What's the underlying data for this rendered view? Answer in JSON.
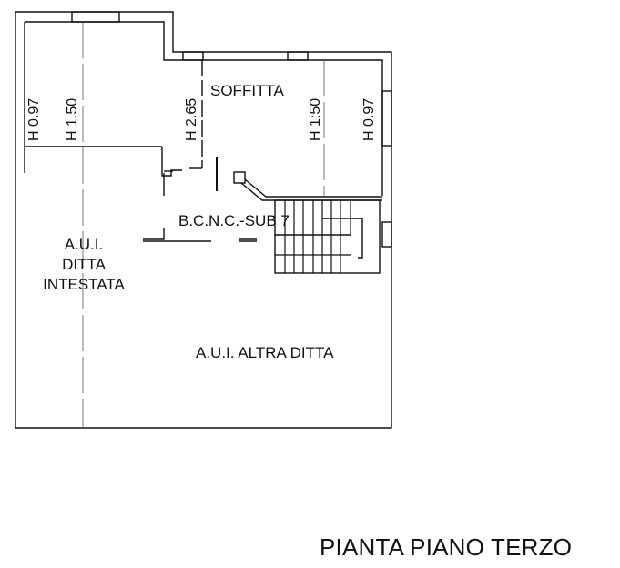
{
  "plan": {
    "title": "PIANTA PIANO TERZO",
    "rooms": [
      {
        "id": "soffitta",
        "label": "SOFFITTA"
      },
      {
        "id": "bcnc",
        "label": "B.C.N.C.-SUB 7"
      },
      {
        "id": "aui_ditta_intestata",
        "lines": [
          "A.U.I.",
          "DITTA",
          "INTESTATA"
        ]
      },
      {
        "id": "aui_altra_ditta",
        "label": "A.U.I. ALTRA DITTA"
      }
    ],
    "heights": [
      {
        "id": "left_097",
        "label": "H 0.97"
      },
      {
        "id": "left_150",
        "label": "H 1.50"
      },
      {
        "id": "mid_265",
        "label": "H 2.65"
      },
      {
        "id": "right_150",
        "label": "H 1:50"
      },
      {
        "id": "right_097",
        "label": "H 0.97"
      }
    ],
    "colors": {
      "line": "#111111",
      "background": "#ffffff"
    }
  }
}
